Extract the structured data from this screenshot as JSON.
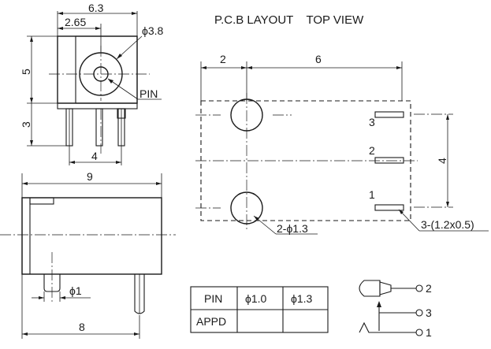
{
  "title": "P.C.B LAYOUT    TOP VIEW",
  "front_view": {
    "width": "6.3",
    "center_offset": "2.65",
    "hole_diameter": "ϕ3.8",
    "height": "5",
    "pin_length": "3",
    "pin_label": "PIN",
    "pin_spacing": "4"
  },
  "side_view": {
    "length": "9",
    "pin_diameter": "ϕ1",
    "bottom_length": "8"
  },
  "pcb_layout": {
    "dim_left": "2",
    "dim_right": "6",
    "dim_vertical": "4",
    "pad_numbers": [
      "3",
      "2",
      "1"
    ],
    "hole_label": "2-ϕ1.3",
    "slot_label": "3-(1.2x0.5)"
  },
  "table": {
    "rows": [
      [
        "PIN",
        "ϕ1.0",
        "ϕ1.3"
      ],
      [
        "APPD",
        "",
        ""
      ]
    ]
  },
  "schematic": {
    "labels": [
      "2",
      "3",
      "1"
    ]
  }
}
